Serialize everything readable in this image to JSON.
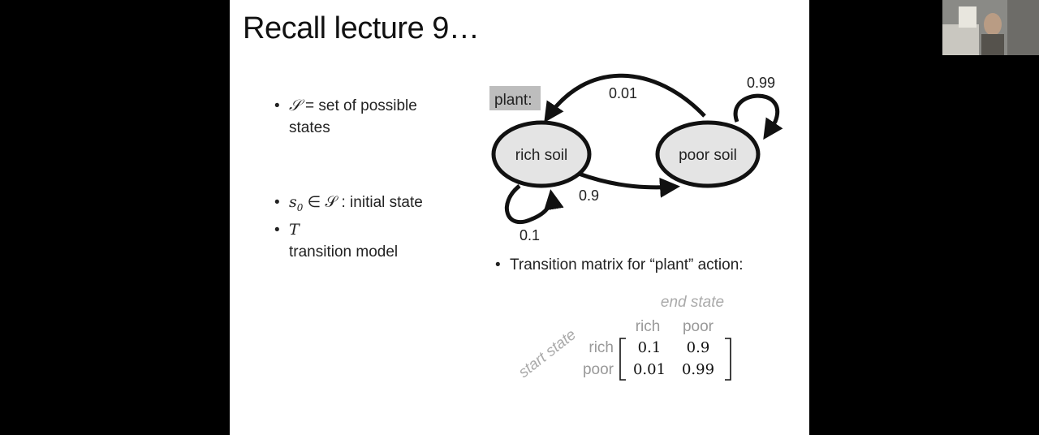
{
  "slide": {
    "title": "Recall lecture 9…",
    "bullets": [
      {
        "symbol": "𝒮",
        "text": " = set of possible",
        "text2": "states"
      },
      {
        "symbol": "s",
        "sub": "0",
        "text": " ∈ 𝒮 : initial state"
      },
      {
        "symbol": "T",
        "text2": "transition model"
      }
    ],
    "diagram": {
      "action_label": "plant:",
      "states": [
        "rich soil",
        "poor soil"
      ],
      "edges": {
        "poor_to_rich": "0.01",
        "poor_self": "0.99",
        "rich_to_poor": "0.9",
        "rich_self": "0.1"
      }
    },
    "matrix_bullet": "Transition matrix for “plant” action:",
    "matrix": {
      "col_axis": "end state",
      "row_axis": "start state",
      "col_headers": [
        "rich",
        "poor"
      ],
      "row_headers": [
        "rich",
        "poor"
      ],
      "rows": [
        [
          "0.1",
          "0.9"
        ],
        [
          "0.01",
          "0.99"
        ]
      ]
    }
  },
  "webcam": {
    "description_icon": "presenter-video-icon"
  }
}
